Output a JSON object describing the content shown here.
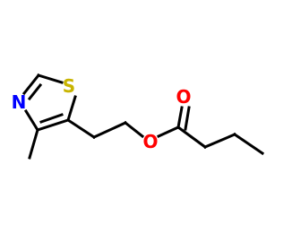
{
  "molecule": {
    "atoms": [
      {
        "id": "S",
        "label": "S",
        "color": "#c8b400"
      },
      {
        "id": "N",
        "label": "N",
        "color": "#0000ff"
      },
      {
        "id": "O1",
        "label": "O",
        "color": "#ff0000"
      },
      {
        "id": "O2",
        "label": "O",
        "color": "#ff0000"
      }
    ]
  }
}
